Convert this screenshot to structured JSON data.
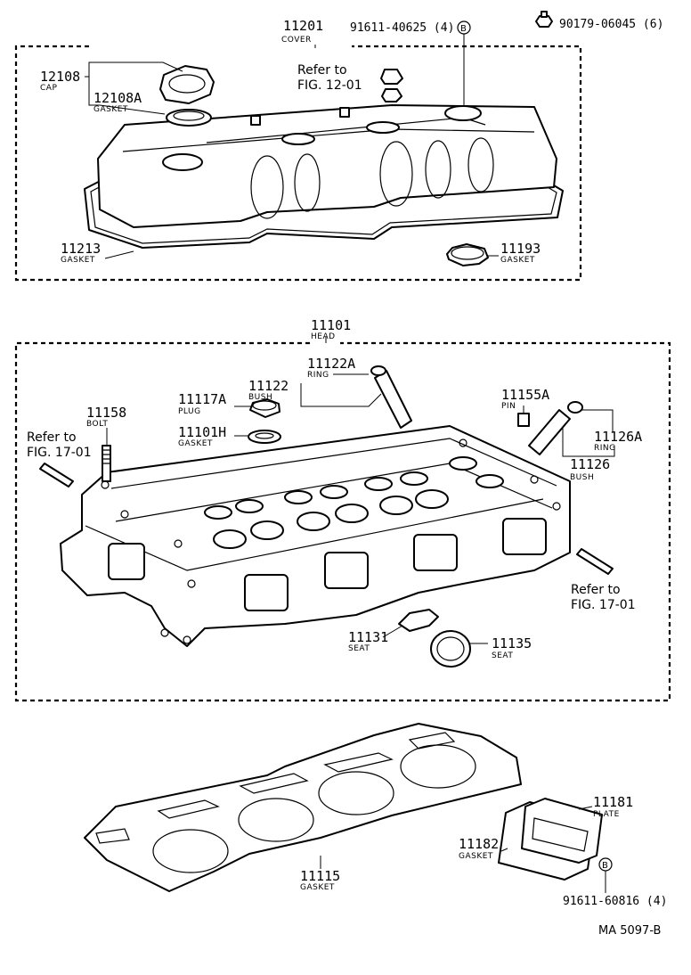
{
  "labels": {
    "cover_num": "11201",
    "cover_name": "COVER",
    "bolt_a": "91611-40625 (4)",
    "nut_num": "90179-06045 (6)",
    "refer_fig12": "Refer to",
    "refer_fig12_b": "FIG. 12-01",
    "cap_num": "12108",
    "cap_name": "CAP",
    "gasket_12108a": "12108A",
    "gasket_12108a_name": "GASKET",
    "gasket_11213": "11213",
    "gasket_11213_name": "GASKET",
    "gasket_11193": "11193",
    "gasket_11193_name": "GASKET",
    "head_num": "11101",
    "head_name": "HEAD",
    "ring_11122a": "11122A",
    "ring_11122a_name": "RING",
    "num_11122": "11122",
    "bush_name_top": "BUSH",
    "plug_11117a": "11117A",
    "plug_name": "PLUG",
    "gasket_11101h": "11101H",
    "gasket_11101h_name": "GASKET",
    "bolt_11158": "11158",
    "bolt_name": "BOLT",
    "refer_fig17_left": "Refer to",
    "refer_fig17_left_b": "FIG. 17-01",
    "pin_11155a": "11155A",
    "pin_name": "PIN",
    "ring_11126a": "11126A",
    "ring_11126a_name": "RING",
    "bush_11126": "11126",
    "bush_11126_name": "BUSH",
    "refer_fig17_right": "Refer to",
    "refer_fig17_right_b": "FIG. 17-01",
    "seat_11131": "11131",
    "seat_11131_name": "SEAT",
    "seat_11135": "11135",
    "seat_11135_name": "SEAT",
    "plate_11181": "11181",
    "plate_name": "PLATE",
    "gasket_11182": "11182",
    "gasket_11182_name": "GASKET",
    "gasket_11115": "11115",
    "gasket_11115_name": "GASKET",
    "bolt_b": "91611-60816 (4)",
    "callout_b": "B",
    "drawing_id": "MA 5097-B"
  }
}
